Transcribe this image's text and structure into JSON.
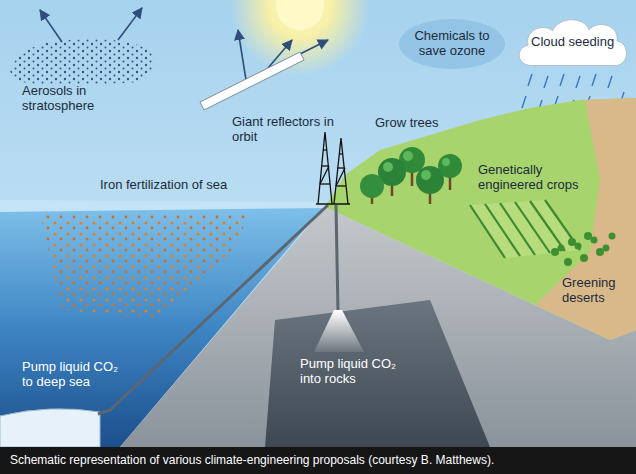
{
  "diagram": {
    "caption": "Schematic representation of various climate-engineering proposals (courtesy B. Matthews).",
    "nodes": [
      {
        "text": [
          "Chemicals to save ozone"
        ]
      },
      {
        "text": [
          "Cloud seeding"
        ]
      }
    ],
    "labels": [
      "Aerosols in stratosphere",
      "Giant reflectors in orbit",
      "Grow trees",
      "Iron fertilization of sea",
      "Genetically engineered crops",
      "Greening deserts",
      "Pump liquid CO₂ to deep sea",
      "Pump liquid CO₂ into rocks"
    ]
  }
}
